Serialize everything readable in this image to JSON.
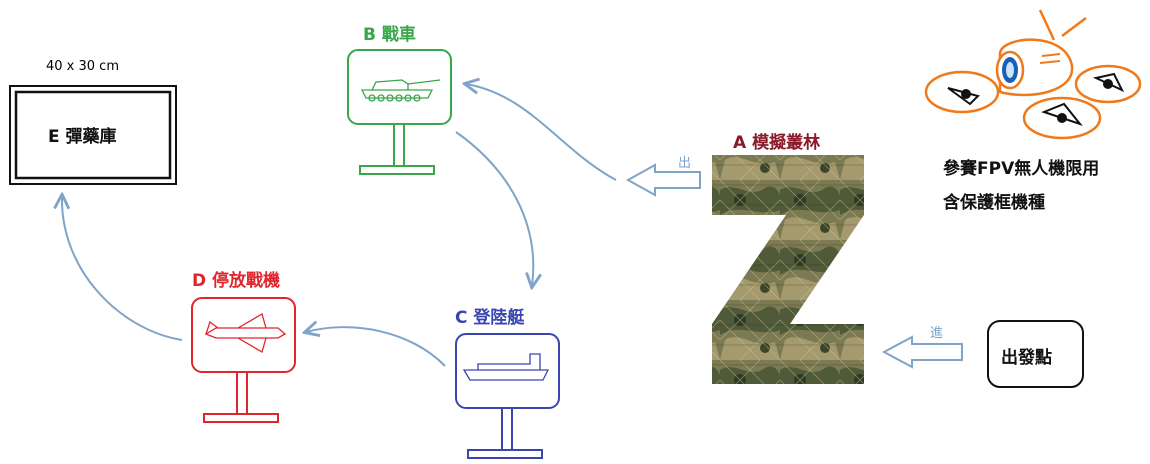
{
  "colors": {
    "accent_green": "#3aa64a",
    "accent_red": "#e0252c",
    "accent_blue": "#3a46b0",
    "accent_maroon": "#8b1a2a",
    "arrow": "#7fa4c8",
    "drone": "#f07a1a"
  },
  "box_e": {
    "size_label": "40 x 30 cm",
    "label": "E 彈藥庫"
  },
  "station_b": {
    "label": "B 戰車",
    "icon": "tank-icon"
  },
  "station_c": {
    "label": "C 登陸艇",
    "icon": "boat-icon"
  },
  "station_d": {
    "label": "D 停放戰機",
    "icon": "jet-icon"
  },
  "forest_a": {
    "label": "A 模擬叢林",
    "shape_letter": "Z"
  },
  "start": {
    "label": "出發點"
  },
  "arrows": {
    "exit_label": "出",
    "enter_label": "進"
  },
  "drone_note": {
    "line1": "參賽FPV無人機限用",
    "line2": "含保護框機種",
    "icon": "fpv-drone-icon"
  }
}
